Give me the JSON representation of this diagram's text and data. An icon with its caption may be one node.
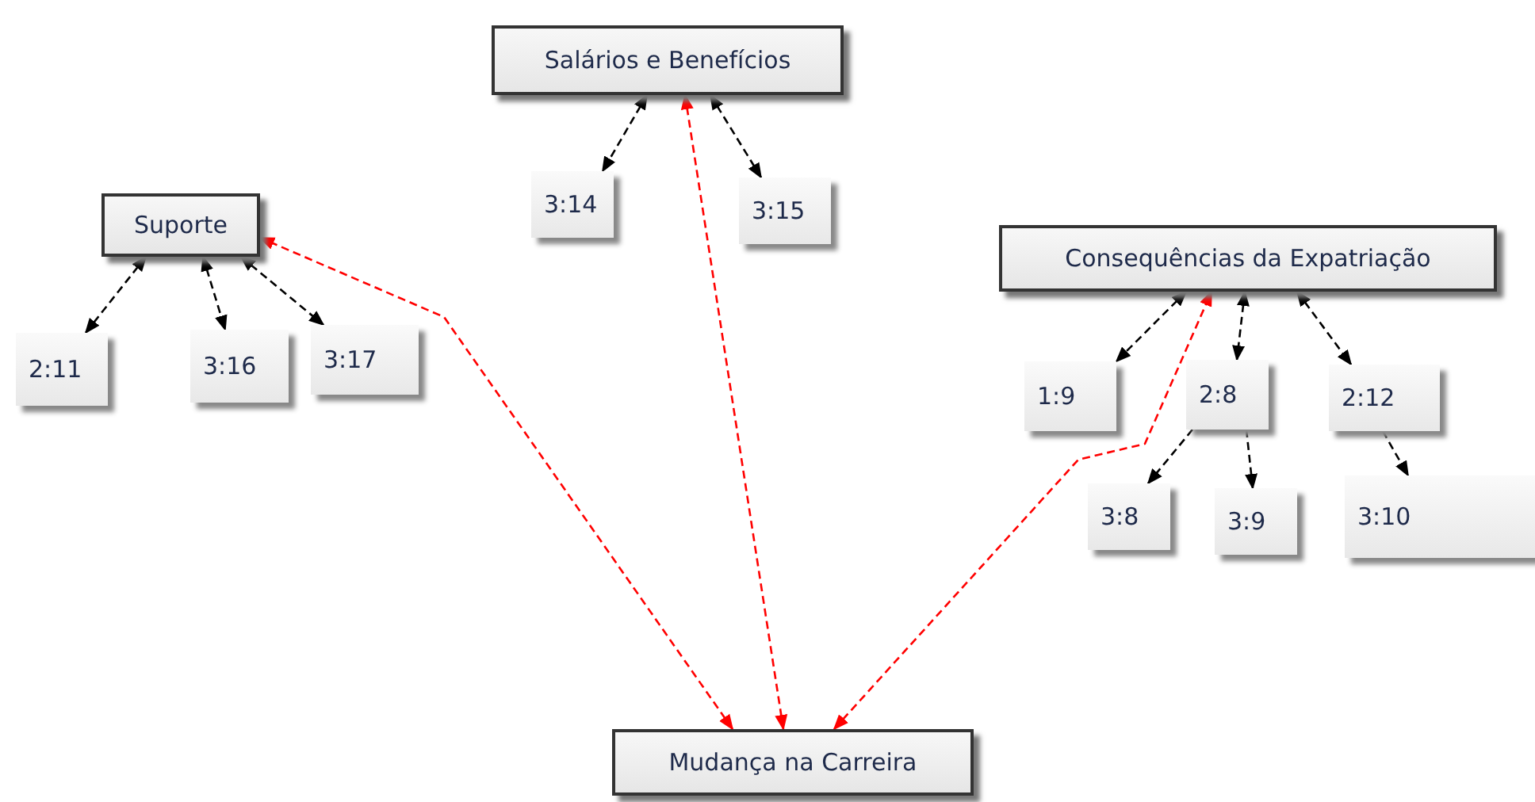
{
  "diagram": {
    "nodes": [
      {
        "text": [
          "Salários e Benefícios"
        ]
      },
      {
        "text": [
          "3:14"
        ]
      },
      {
        "text": [
          "3:15"
        ]
      },
      {
        "text": [
          "Suporte"
        ]
      },
      {
        "text": [
          "2:11"
        ]
      },
      {
        "text": [
          "3:16"
        ]
      },
      {
        "text": [
          "3:17"
        ]
      },
      {
        "text": [
          "Consequências da Expatriação"
        ]
      },
      {
        "text": [
          "1:9"
        ]
      },
      {
        "text": [
          "2:8"
        ]
      },
      {
        "text": [
          "2:12"
        ]
      },
      {
        "text": [
          "3:8"
        ]
      },
      {
        "text": [
          "3:9"
        ]
      },
      {
        "text": [
          "3:10"
        ]
      },
      {
        "text": [
          "Mudança na Carreira"
        ]
      }
    ],
    "edges": [
      {
        "from": 0,
        "to": 1,
        "arrow": "both",
        "style": "dashed"
      },
      {
        "from": 0,
        "to": 2,
        "arrow": "both",
        "style": "dashed"
      },
      {
        "from": 3,
        "to": 4,
        "arrow": "both",
        "style": "dashed"
      },
      {
        "from": 3,
        "to": 5,
        "arrow": "both",
        "style": "dashed"
      },
      {
        "from": 3,
        "to": 6,
        "arrow": "both",
        "style": "dashed"
      },
      {
        "from": 7,
        "to": 8,
        "arrow": "both",
        "style": "dashed"
      },
      {
        "from": 7,
        "to": 9,
        "arrow": "both",
        "style": "dashed"
      },
      {
        "from": 9,
        "to": 11,
        "arrow": "to",
        "style": "dashed"
      },
      {
        "from": 9,
        "to": 12,
        "arrow": "to",
        "style": "dashed"
      },
      {
        "from": 7,
        "to": 10,
        "arrow": "both",
        "style": "dashed"
      },
      {
        "from": 10,
        "to": 13,
        "arrow": "to",
        "style": "dashed"
      },
      {
        "from": 14,
        "to": 0,
        "arrow": "both",
        "style": "dashed",
        "color": "#ff0000"
      },
      {
        "from": 14,
        "to": 3,
        "arrow": "both",
        "style": "dashed",
        "color": "#ff0000"
      },
      {
        "from": 14,
        "to": 7,
        "arrow": "both",
        "style": "dashed",
        "color": "#ff0000"
      }
    ]
  }
}
